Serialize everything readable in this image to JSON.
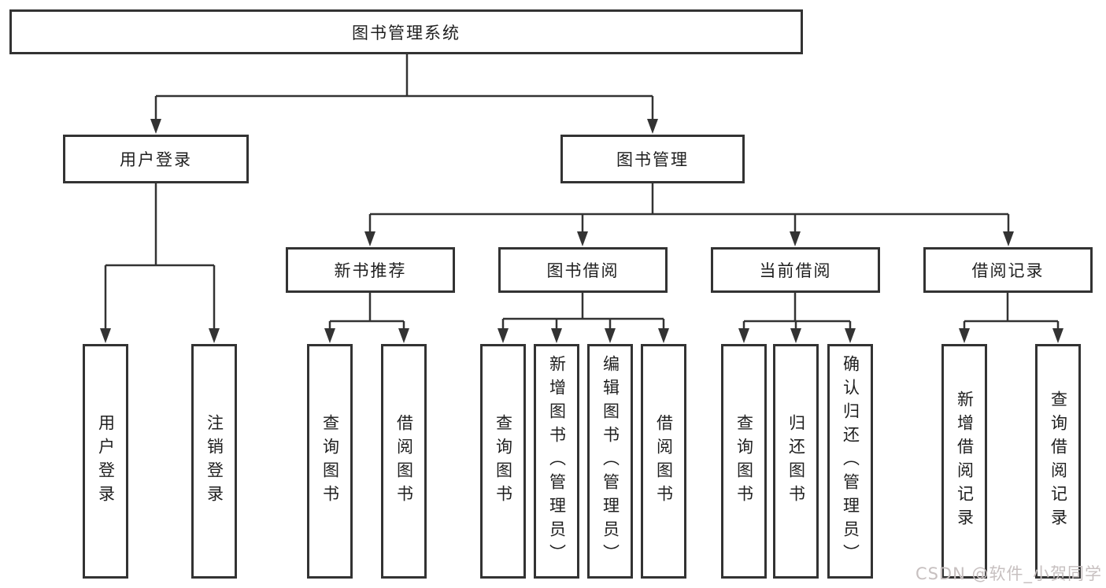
{
  "diagram_type": "function-structure-tree",
  "colors": {
    "line": "#333333",
    "box_border": "#333333",
    "box_background": "#ffffff",
    "text": "#1f1f1f",
    "watermark": "#c7c0c0",
    "page_background": "#ffffff"
  },
  "tree": {
    "label": "图书管理系统",
    "children": [
      {
        "label": "用户登录",
        "children": [
          {
            "label": "用户登录"
          },
          {
            "label": "注销登录"
          }
        ]
      },
      {
        "label": "图书管理",
        "children": [
          {
            "label": "新书推荐",
            "children": [
              {
                "label": "查询图书"
              },
              {
                "label": "借阅图书"
              }
            ]
          },
          {
            "label": "图书借阅",
            "children": [
              {
                "label": "查询图书"
              },
              {
                "label": "新增图书（管理员）"
              },
              {
                "label": "编辑图书（管理员）"
              },
              {
                "label": "借阅图书"
              }
            ]
          },
          {
            "label": "当前借阅",
            "children": [
              {
                "label": "查询图书"
              },
              {
                "label": "归还图书"
              },
              {
                "label": "确认归还（管理员）"
              }
            ]
          },
          {
            "label": "借阅记录",
            "children": [
              {
                "label": "新增借阅记录"
              },
              {
                "label": "查询借阅记录"
              }
            ]
          }
        ]
      }
    ]
  },
  "watermark": {
    "text": "CSDN @软件_小贺同学"
  }
}
